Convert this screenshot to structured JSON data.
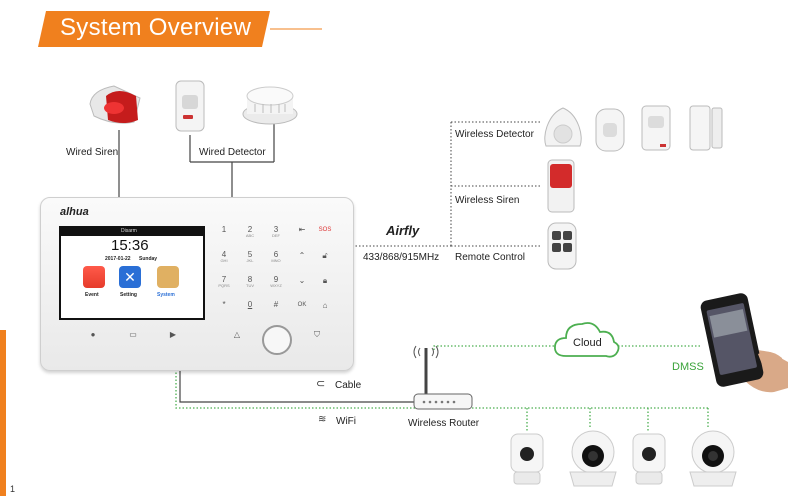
{
  "header": {
    "title": "System Overview",
    "accent": "#f0801e"
  },
  "devices_top": {
    "wired_siren_label": "Wired Siren",
    "wired_detector_label": "Wired Detector"
  },
  "panel": {
    "brand": "alhua",
    "time": "15:36",
    "date": "2017-01-22",
    "weekday": "Sunday",
    "status_text": "Disarm",
    "app_event": "Event",
    "app_setting": "Setting",
    "app_system": "System",
    "keys": [
      {
        "main": "1",
        "sub": ""
      },
      {
        "main": "2",
        "sub": "ABC"
      },
      {
        "main": "3",
        "sub": "DEF"
      },
      {
        "main": "4",
        "sub": "GHI"
      },
      {
        "main": "5",
        "sub": "JKL"
      },
      {
        "main": "6",
        "sub": "MNO"
      },
      {
        "main": "7",
        "sub": "PQRS"
      },
      {
        "main": "8",
        "sub": "TUV"
      },
      {
        "main": "9",
        "sub": "WXYZ"
      },
      {
        "main": "0",
        "sub": ""
      },
      {
        "main": "#",
        "sub": ""
      },
      {
        "main": "OK",
        "sub": ""
      }
    ],
    "sos_label": "SOS"
  },
  "wireless": {
    "brand": "Airfly",
    "frequency": "433/868/915MHz",
    "detector_label": "Wireless Detector",
    "siren_label": "Wireless Siren",
    "remote_label": "Remote Control"
  },
  "network": {
    "cable_label": "Cable",
    "wifi_label": "WiFi",
    "router_label": "Wireless Router",
    "cloud_label": "Cloud",
    "dmss_label": "DMSS",
    "dmss_color": "#3aa33a"
  },
  "page_number": "1"
}
